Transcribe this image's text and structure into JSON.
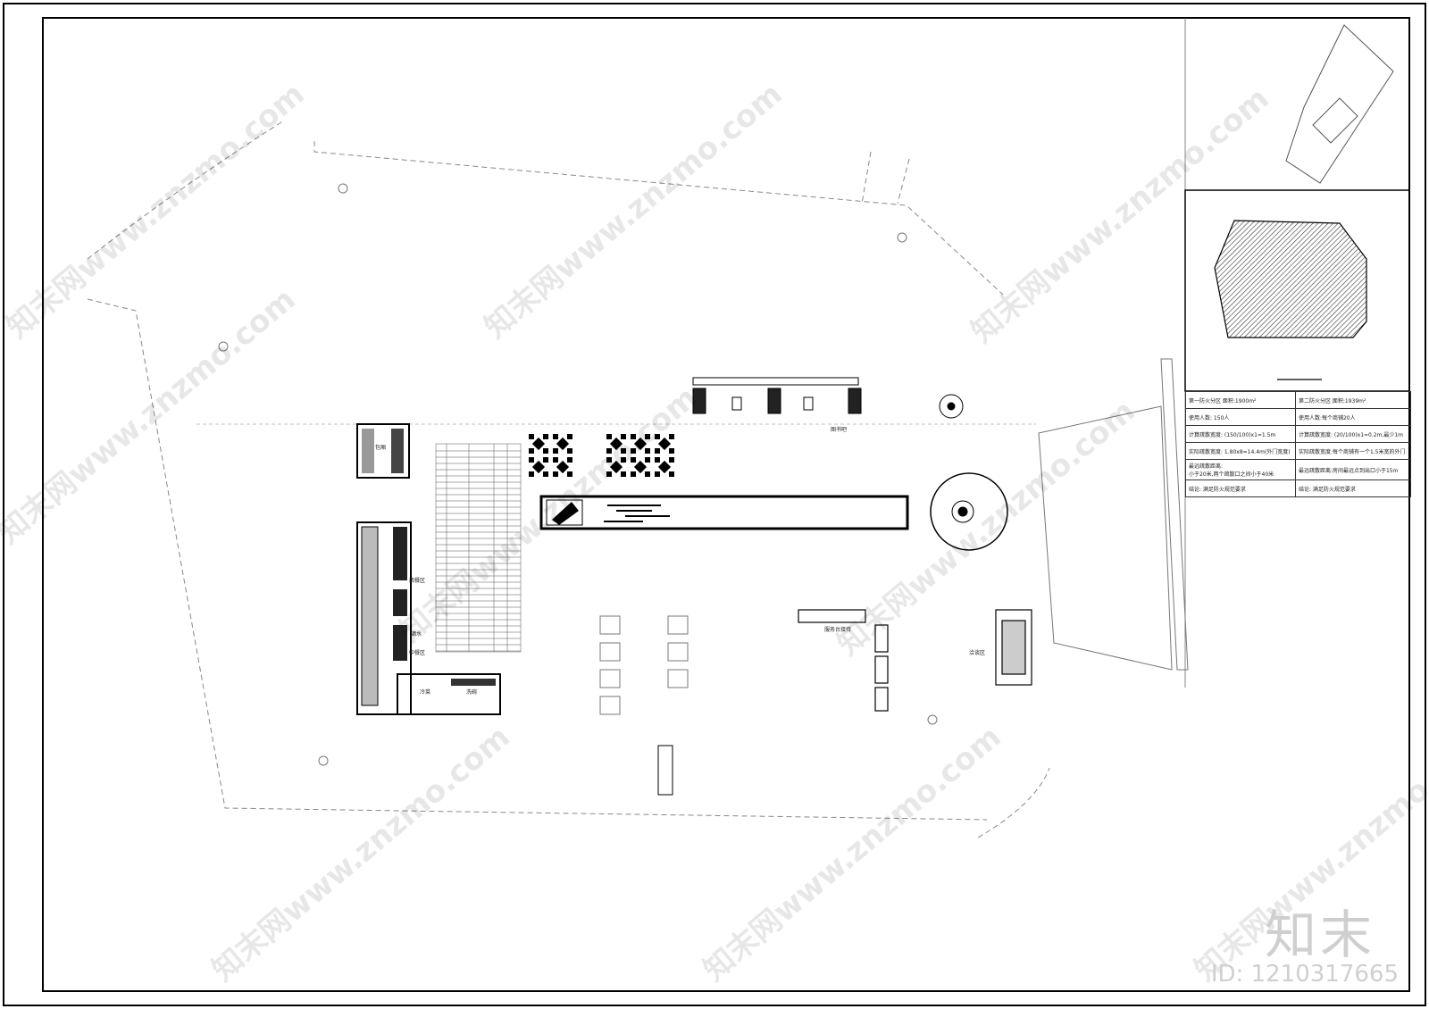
{
  "labels": {
    "book_bar": "图书吧",
    "service_desk": "服务台接待",
    "negotiation": "洽谈区",
    "west_dining": "西餐区",
    "chinese_dining": "中餐区",
    "private_room": "包厢",
    "cold_dish": "冷菜",
    "wash": "洗碗",
    "brewing": "酒水"
  },
  "fire_table": {
    "zone1_title": "第一防火分区  面积:1900m²",
    "zone2_title": "第二防火分区  面积:1939m²",
    "zone1_people": "使用人数: 150人",
    "zone2_people": "使用人数:每个商铺20人",
    "zone1_calc": "计算疏散宽度: (150/100)x1=1.5m",
    "zone2_calc": "计算疏散宽度: (20/100)x1=0.2m,最少1m",
    "zone1_actual": "实际疏散宽度: 1.80x8=14.4m(外门宽度)",
    "zone2_actual": "实际疏散宽度:每个商铺有一个1.5米宽的外门",
    "zone1_dist_a": "最远疏散距离:",
    "zone1_dist_b": "小于20米,两个疏散口之间小于40米",
    "zone2_dist": "最远疏散距离:房间最远点到出口小于15m",
    "zone1_result": "结论: 满足防火规范要求",
    "zone2_result": "结论: 满足防火规范要求"
  },
  "watermark": {
    "text": "知末网www.znzmo.com"
  },
  "brand": {
    "logo": "知末",
    "id": "ID: 1210317665"
  }
}
